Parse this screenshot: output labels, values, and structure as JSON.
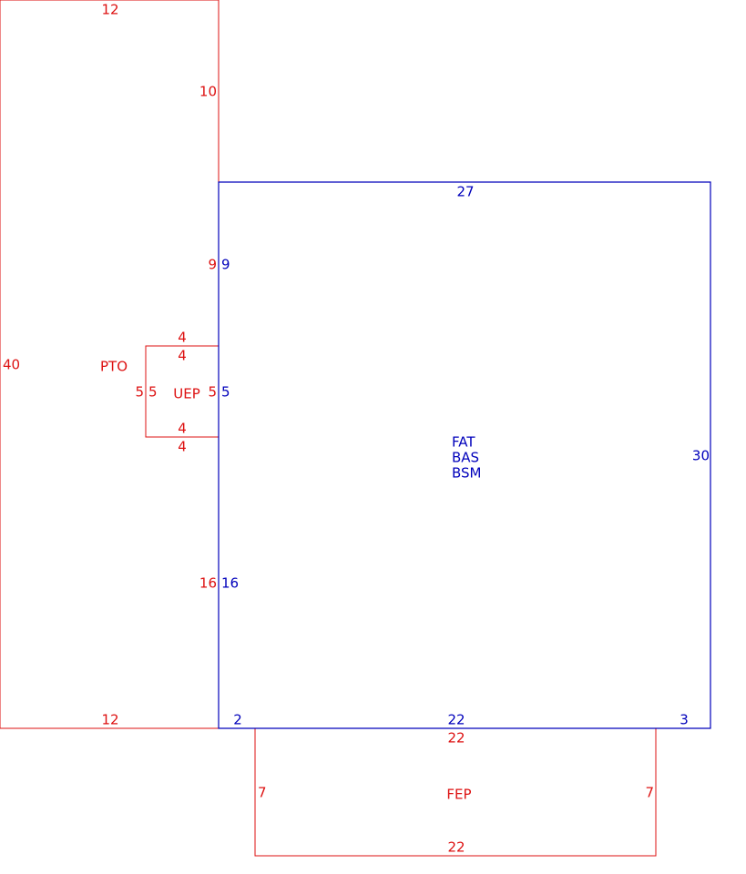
{
  "colors": {
    "red": "#dd1111",
    "blue": "#0000bb"
  },
  "areas": {
    "pto": {
      "name": "PTO",
      "dims": {
        "top": "12",
        "right_upper": "10",
        "right_mid": "9",
        "right_lower": "16",
        "left": "40",
        "bottom": "12"
      }
    },
    "uep": {
      "name": "UEP",
      "dims": {
        "top_outer": "4",
        "top_inner": "4",
        "left_outer": "5",
        "left_inner": "5",
        "right": "5",
        "bottom_inner": "4",
        "bottom_outer": "4"
      }
    },
    "main": {
      "names": [
        "FAT",
        "BAS",
        "BSM"
      ],
      "dims": {
        "top": "27",
        "left_upper": "9",
        "left_mid": "5",
        "left_lower": "16",
        "right": "30",
        "bottom_left": "2",
        "bottom_mid": "22",
        "bottom_right": "3"
      }
    },
    "fep": {
      "name": "FEP",
      "dims": {
        "top": "22",
        "left": "7",
        "right": "7",
        "bottom": "22"
      }
    }
  }
}
